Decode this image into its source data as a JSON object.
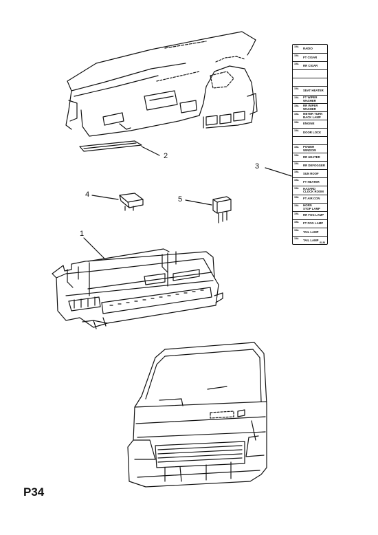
{
  "page_code": "P34",
  "callouts": [
    "1",
    "2",
    "3",
    "4",
    "5"
  ],
  "fuse_label": {
    "rows": [
      {
        "amp": "15A",
        "text": "RADIO"
      },
      {
        "amp": "15A",
        "text": "FT CIGAR"
      },
      {
        "amp": "15A",
        "text": "RR CIGAR"
      },
      {
        "amp": "",
        "text": ""
      },
      {
        "amp": "",
        "text": ""
      },
      {
        "amp": "15A",
        "text": "SEAT HEATER"
      },
      {
        "amp": "15A",
        "text": "FT WIPER\nWASHER"
      },
      {
        "amp": "15A",
        "text": "RR WIPER\nWASHER"
      },
      {
        "amp": "15A",
        "text": "METER TURN\nBACK LAMP"
      },
      {
        "amp": "15A",
        "text": "ENGINE"
      },
      {
        "amp": "15A",
        "text": "DOOR LOCK"
      },
      {
        "amp": "",
        "text": ""
      },
      {
        "amp": "15A",
        "text": "POWER\nWINDOW"
      },
      {
        "amp": "15A",
        "text": "RR HEATER"
      },
      {
        "amp": "15A",
        "text": "RR DEFOGGER"
      },
      {
        "amp": "15A",
        "text": "SUN ROOF"
      },
      {
        "amp": "15A",
        "text": "FT HEATER"
      },
      {
        "amp": "15A",
        "text": "HAZARD\nCLOCK ROOM"
      },
      {
        "amp": "15A",
        "text": "FT AIR CON"
      },
      {
        "amp": "15A",
        "text": "HORN\nSTOP LAMP"
      },
      {
        "amp": "15A",
        "text": "RR FOG LAMP"
      },
      {
        "amp": "15A",
        "text": "FT FOG LAMP"
      },
      {
        "amp": "15A",
        "text": "TAIL LAMP"
      },
      {
        "amp": "15A",
        "text": "TAIL LAMP",
        "sub": "ELRI"
      }
    ]
  }
}
